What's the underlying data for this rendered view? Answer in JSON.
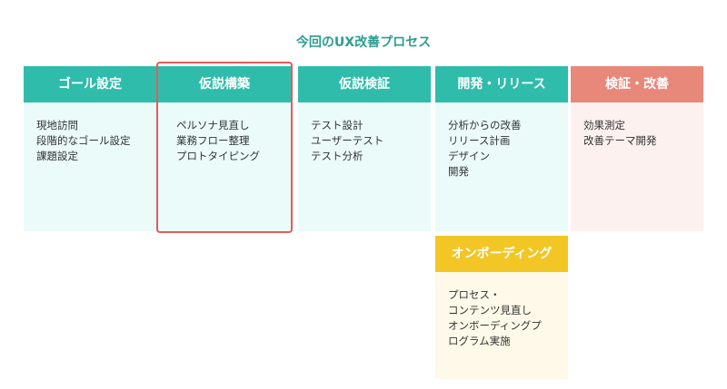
{
  "title": "今回のUX改善プロセス",
  "colors": {
    "teal_header": "#2fbcab",
    "teal_body": "#ebfbfa",
    "red_header": "#e8887a",
    "red_body": "#fdf1ef",
    "yellow_header": "#f2c624",
    "yellow_body": "#fef9e8",
    "highlight_border": "#e35b5b",
    "title_text": "#2a9d8f"
  },
  "stages": [
    {
      "header": "ゴール設定",
      "items": [
        "現地訪問",
        "段階的なゴール設定",
        "課題設定"
      ]
    },
    {
      "header": "仮説構築",
      "items": [
        "ペルソナ見直し",
        "業務フロー整理",
        "プロトタイピング"
      ]
    },
    {
      "header": "仮説検証",
      "items": [
        "テスト設計",
        "ユーザーテスト",
        "テスト分析"
      ]
    },
    {
      "header": "開発・リリース",
      "items": [
        "分析からの改善",
        "リリース計画",
        "デザイン",
        "開発"
      ]
    },
    {
      "header": "検証・改善",
      "items": [
        "効果測定",
        "改善テーマ開発"
      ]
    }
  ],
  "onboarding": {
    "header": "オンボーディング",
    "items": [
      "プロセス・",
      "コンテンツ見直し",
      "オンボーディングプ",
      "ログラム実施"
    ]
  }
}
